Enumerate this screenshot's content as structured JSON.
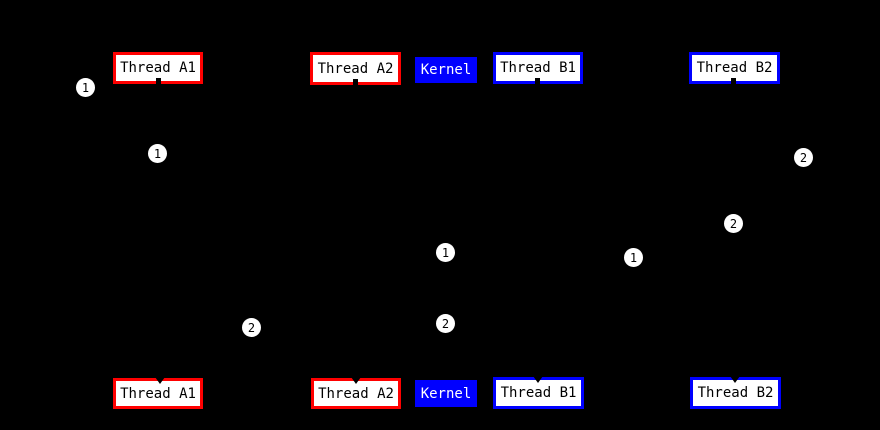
{
  "diagram": {
    "description": "Thread scheduling diagram with two states (top row and bottom row) of five nodes, connected by edges drawn in black (invisible on black background) with numbered step badges",
    "colors": {
      "background": "#000000",
      "thread_a_border": "#ff0000",
      "thread_b_border": "#0000ff",
      "kernel_fill": "#0000ff",
      "kernel_text": "#ffffff",
      "node_fill": "#ffffff",
      "node_text": "#000000",
      "badge_fill": "#ffffff",
      "badge_text": "#000000"
    },
    "nodes": [
      {
        "id": "thread-a1-top",
        "label": "Thread A1",
        "style": "red-outline"
      },
      {
        "id": "thread-a2-top",
        "label": "Thread A2",
        "style": "red-outline"
      },
      {
        "id": "kernel-top",
        "label": "Kernel",
        "style": "blue-solid"
      },
      {
        "id": "thread-b1-top",
        "label": "Thread B1",
        "style": "blue-outline"
      },
      {
        "id": "thread-b2-top",
        "label": "Thread B2",
        "style": "blue-outline"
      },
      {
        "id": "thread-a1-bottom",
        "label": "Thread A1",
        "style": "red-outline"
      },
      {
        "id": "thread-a2-bottom",
        "label": "Thread A2",
        "style": "red-outline"
      },
      {
        "id": "kernel-bottom",
        "label": "Kernel",
        "style": "blue-solid"
      },
      {
        "id": "thread-b1-bottom",
        "label": "Thread B1",
        "style": "blue-outline"
      },
      {
        "id": "thread-b2-bottom",
        "label": "Thread B2",
        "style": "blue-outline"
      }
    ],
    "badges": [
      {
        "label": "1"
      },
      {
        "label": "1"
      },
      {
        "label": "2"
      },
      {
        "label": "2"
      },
      {
        "label": "1"
      },
      {
        "label": "1"
      },
      {
        "label": "2"
      },
      {
        "label": "2"
      }
    ]
  }
}
